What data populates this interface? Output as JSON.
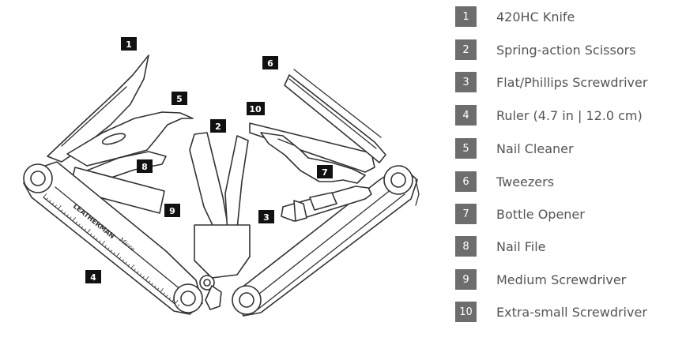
{
  "brand": {
    "name": "LEATHERMAN",
    "model": "Micra"
  },
  "parts": [
    {
      "number": "1",
      "label": "420HC Knife"
    },
    {
      "number": "2",
      "label": "Spring-action Scissors"
    },
    {
      "number": "3",
      "label": "Flat/Phillips Screwdriver"
    },
    {
      "number": "4",
      "label": "Ruler (4.7 in | 12.0 cm)"
    },
    {
      "number": "5",
      "label": "Nail Cleaner"
    },
    {
      "number": "6",
      "label": "Tweezers"
    },
    {
      "number": "7",
      "label": "Bottle Opener"
    },
    {
      "number": "8",
      "label": "Nail File"
    },
    {
      "number": "9",
      "label": "Medium Screwdriver"
    },
    {
      "number": "10",
      "label": "Extra-small Screwdriver"
    }
  ],
  "colors": {
    "callout_box": "#111111",
    "legend_box": "#6d6d6d",
    "legend_text": "#555555",
    "line_art": "#333333"
  }
}
